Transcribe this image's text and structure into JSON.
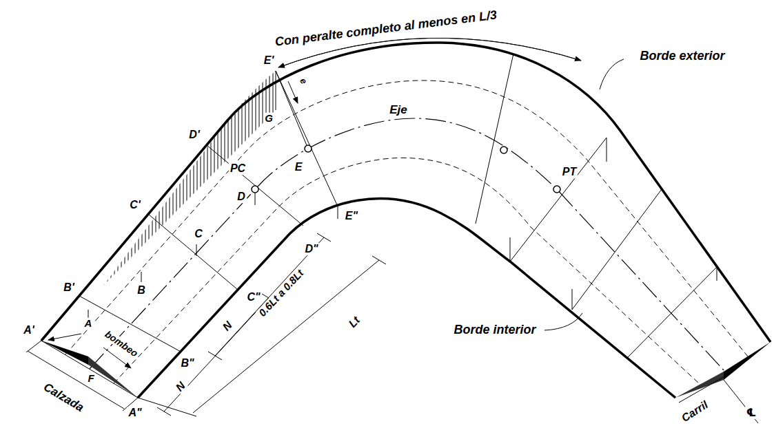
{
  "diagram": {
    "labels": [
      "Con peralte completo al menos en L/3",
      "Borde exterior",
      "E'",
      "e",
      "Eje",
      "G",
      "E",
      "D'",
      "PC",
      "D",
      "C'",
      "C",
      "PT",
      "E\"",
      "D\"",
      "B'",
      "B",
      "C\"",
      "N",
      "0.6Lt a 0.8Lt",
      "Lt",
      "A'",
      "A",
      "bombeo",
      "B\"",
      "F",
      "N",
      "A\"",
      "Calzada",
      "Borde interior",
      "Carril",
      "℄"
    ]
  }
}
